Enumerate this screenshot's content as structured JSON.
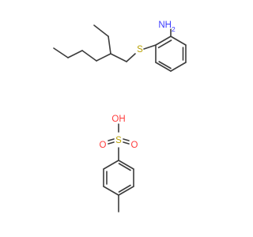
{
  "compound_upper": {
    "atoms": {
      "amine": {
        "text": "NH",
        "subscript": "2",
        "color": "#3c3cff"
      },
      "sulfur": {
        "text": "S",
        "color": "#b8a000"
      }
    }
  },
  "compound_lower": {
    "atoms": {
      "hydroxyl": {
        "text": "OH",
        "color": "#ff3c3c"
      },
      "sulfur": {
        "text": "S",
        "color": "#b8a000"
      },
      "oxygen_left": {
        "text": "O",
        "color": "#ff3c3c"
      },
      "oxygen_right": {
        "text": "O",
        "color": "#ff3c3c"
      }
    }
  },
  "colors": {
    "bond": "#3c3c3c",
    "background": "#ffffff"
  }
}
